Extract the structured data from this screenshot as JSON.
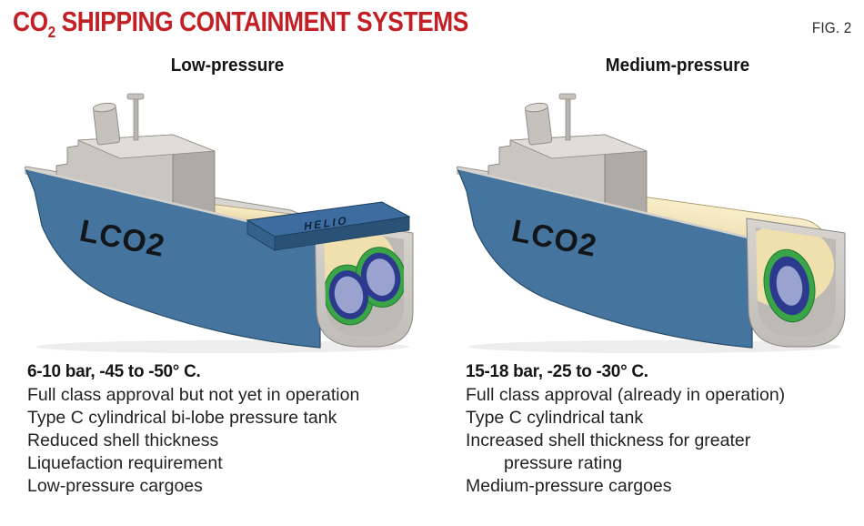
{
  "title": {
    "prefix": "CO",
    "subscript": "2",
    "rest": " SHIPPING CONTAINMENT SYSTEMS"
  },
  "fig_label": "FIG. 2",
  "colors": {
    "title_red": "#c32026",
    "hull_blue": "#45759f",
    "tank_cream": "#f2e2b0",
    "ring_green": "#3aa546",
    "ring_navy": "#2c3a8e",
    "ring_center": "#9aa3cf",
    "hatch_blue": "#3d6da0",
    "superstructure_gray": "#c9c6c1"
  },
  "panels": [
    {
      "heading": "Low-pressure",
      "ship_label": "LCO2",
      "hatch_label": "HELIO",
      "tank_type": "bi-lobe",
      "specs_title": "6-10 bar, -45 to -50° C.",
      "specs": [
        {
          "text": "Full class approval but not yet in operation",
          "indent": false
        },
        {
          "text": "Type C cylindrical bi-lobe pressure tank",
          "indent": false
        },
        {
          "text": "Reduced shell thickness",
          "indent": false
        },
        {
          "text": "Liquefaction requirement",
          "indent": false
        },
        {
          "text": "Low-pressure cargoes",
          "indent": false
        }
      ]
    },
    {
      "heading": "Medium-pressure",
      "ship_label": "LCO2",
      "hatch_label": "",
      "tank_type": "single-cylinder",
      "specs_title": "15-18 bar, -25 to -30° C.",
      "specs": [
        {
          "text": "Full class approval (already in operation)",
          "indent": false
        },
        {
          "text": "Type C cylindrical tank",
          "indent": false
        },
        {
          "text": "Increased shell thickness for greater",
          "indent": false
        },
        {
          "text": "pressure rating",
          "indent": true
        },
        {
          "text": "Medium-pressure cargoes",
          "indent": false
        }
      ]
    }
  ]
}
